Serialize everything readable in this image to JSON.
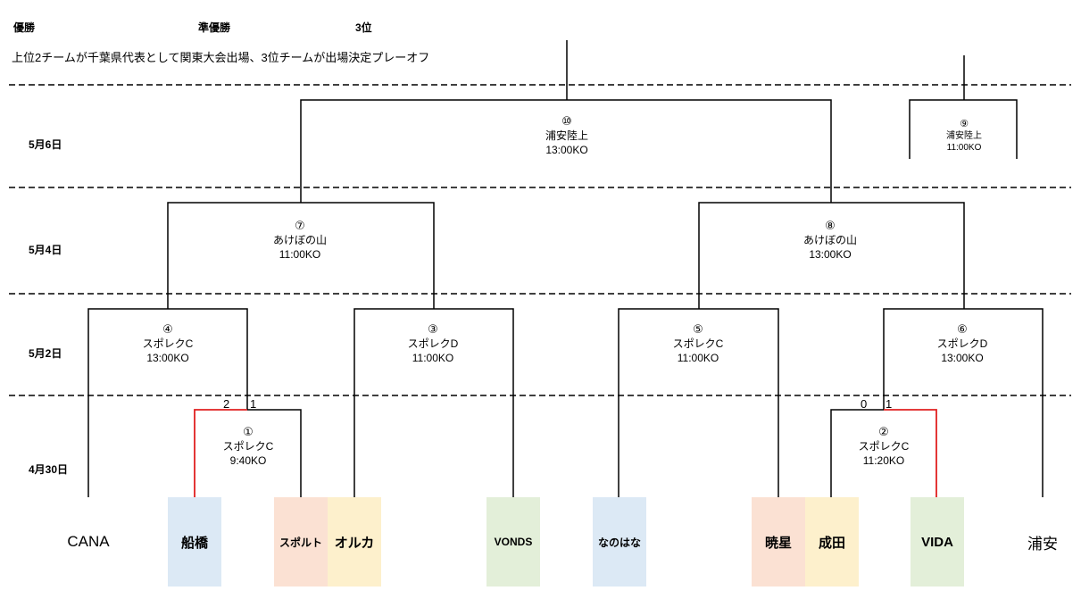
{
  "header": {
    "winner": "優勝",
    "runner_up": "準優勝",
    "third": "3位"
  },
  "note": "上位2チームが千葉県代表として関東大会出場、3位チームが出場決定プレーオフ",
  "dates": {
    "d1": "5月6日",
    "d2": "5月4日",
    "d3": "5月2日",
    "d4": "4月30日"
  },
  "matches": {
    "m10": {
      "num": "⑩",
      "venue": "浦安陸上",
      "time": "13:00KO"
    },
    "m9": {
      "num": "⑨",
      "venue": "浦安陸上",
      "time": "11:00KO"
    },
    "m7": {
      "num": "⑦",
      "venue": "あけぼの山",
      "time": "11:00KO"
    },
    "m8": {
      "num": "⑧",
      "venue": "あけぼの山",
      "time": "13:00KO"
    },
    "m4": {
      "num": "④",
      "venue": "スポレクC",
      "time": "13:00KO"
    },
    "m3": {
      "num": "③",
      "venue": "スポレクD",
      "time": "11:00KO"
    },
    "m5": {
      "num": "⑤",
      "venue": "スポレクC",
      "time": "11:00KO"
    },
    "m6": {
      "num": "⑥",
      "venue": "スポレクD",
      "time": "13:00KO"
    },
    "m1": {
      "num": "①",
      "venue": "スポレクC",
      "time": "9:40KO"
    },
    "m2": {
      "num": "②",
      "venue": "スポレクC",
      "time": "11:20KO"
    }
  },
  "scores": {
    "m1_left": "2",
    "m1_right": "1",
    "m2_left": "0",
    "m2_right": "1"
  },
  "teams": [
    "CANA",
    "船橋",
    "スポルト",
    "オルカ",
    "VONDS",
    "なのはな",
    "暁星",
    "成田",
    "VIDA",
    "浦安"
  ],
  "colors": {
    "win_line": "#e02020",
    "blue": "#dce9f5",
    "orange": "#fbe1d3",
    "yellow": "#fdf0cc",
    "green": "#e3efd9"
  }
}
